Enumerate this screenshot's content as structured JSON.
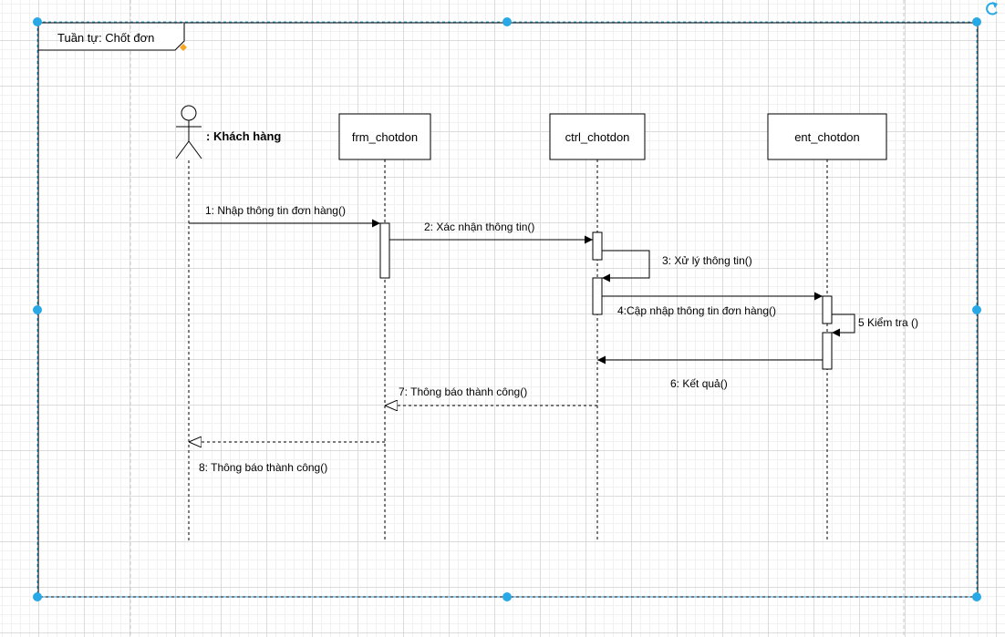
{
  "frame": {
    "title": "Tuần tự: Chốt đơn"
  },
  "actor": {
    "label": ": Khách hàng"
  },
  "lifelines": {
    "frm": "frm_chotdon",
    "ctrl": "ctrl_chotdon",
    "ent": "ent_chotdon"
  },
  "messages": {
    "m1": "1: Nhập thông tin đơn hàng()",
    "m2": "2: Xác nhận thông tin()",
    "m3": "3: Xử lý thông tin()",
    "m4": "4:Cập nhập thông tin đơn hàng()",
    "m5": "5 Kiểm tra ()",
    "m6": "6: Kết quả()",
    "m7": "7: Thông báo thành công()",
    "m8": "8: Thông báo thành công()"
  },
  "colors": {
    "selection": "#29a8e6",
    "frame_border": "#000000",
    "grid_major": "#dcdcdc",
    "grid_minor": "#f1f1f1",
    "corner_marker": "#f5a623"
  },
  "icons": {
    "rotate": "rotate-icon"
  }
}
